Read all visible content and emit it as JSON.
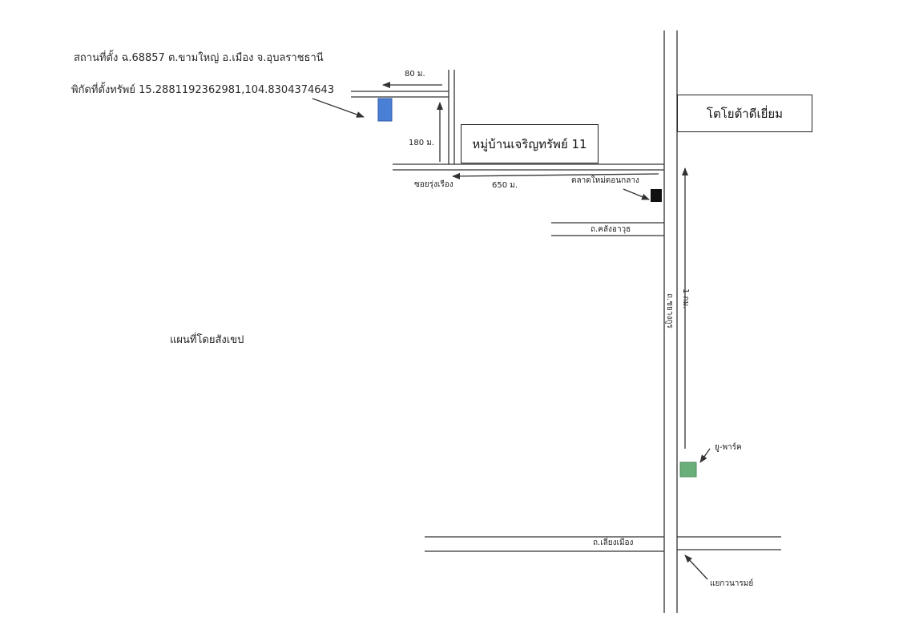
{
  "header": {
    "location_line": "สถานที่ตั้ง ฉ.68857 ต.ขามใหญ่ อ.เมือง จ.อุบลราชธานี",
    "coord_line": "พิกัดที่ตั้งทรัพย์  15.2881192362981,104.8304374643"
  },
  "map_title": "แผนที่โดยสังเขป",
  "landmarks": {
    "village": "หมู่บ้านเจริญทรัพย์ 11",
    "toyota": "โตโยต้าดีเยี่ยม",
    "market": "ตลาดใหม่ดอนกลาง",
    "upark": "ยู-พาร์ค",
    "junction": "แยกวนารมย์"
  },
  "roads": {
    "soi": "ซอยรุ่งเรือง",
    "khlang_athit": "ถ.คลังอาวุธ",
    "chayangkun": "ถ.ชยางกูร",
    "liang_mueang": "ถ.เลี่ยงเมือง"
  },
  "distances": {
    "d80": "80 ม.",
    "d180": "180 ม.",
    "d650": "650 ม.",
    "d1km": "1 กม."
  },
  "colors": {
    "property_marker": "#4a7fd6",
    "market_marker": "#111111",
    "upark_marker": "#6aaf7a",
    "line": "#333333"
  }
}
